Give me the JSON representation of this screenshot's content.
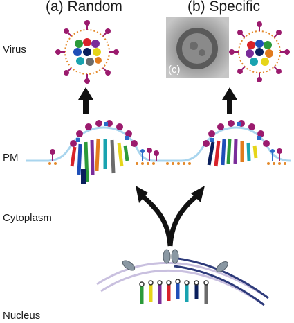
{
  "titles": {
    "random": "(a) Random",
    "specific": "(b) Specific"
  },
  "rows": {
    "virus": "Virus",
    "pm": "PM",
    "cytoplasm": "Cytoplasm",
    "nucleus": "Nucleus"
  },
  "inset": {
    "label": "(c)"
  },
  "colors": {
    "membrane": "#a9d5ee",
    "spike_head": "#9b1b6e",
    "spike_blue": "#2a6bc9",
    "dots": "#e48a2c",
    "arrows": "#111111",
    "nuclear_pore": "#8a98a3",
    "segments": [
      "#d8222a",
      "#1f4fb8",
      "#2c9a3a",
      "#7a2c9a",
      "#e27b1d",
      "#19a3b0",
      "#6b6b6b",
      "#e6d51a",
      "#0a1f5c"
    ]
  },
  "icons": [
    "up-arrow-icon",
    "branch-arrow-icon",
    "virion-icon",
    "budding-virion-icon",
    "nuclear-pore-icon",
    "rna-segment-icon"
  ]
}
